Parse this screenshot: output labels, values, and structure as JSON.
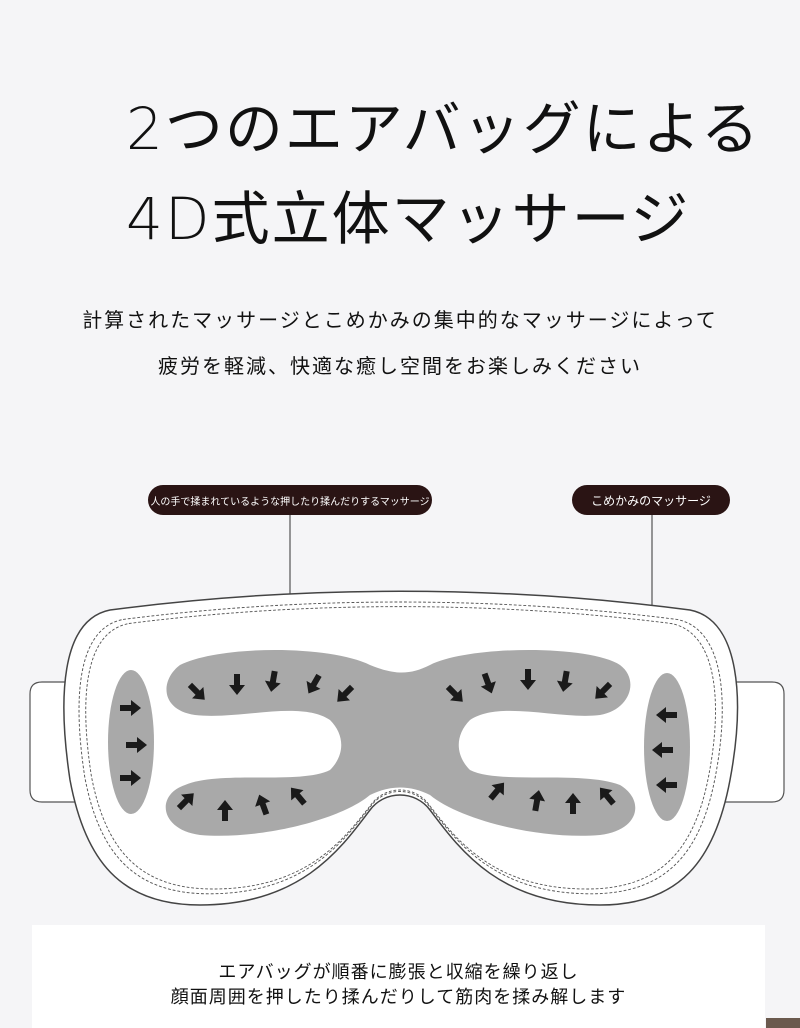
{
  "heading": {
    "line1": "2つのエアバッグによる",
    "line2": "4D式立体マッサージ"
  },
  "subtitle": {
    "line1": "計算されたマッサージとこめかみの集中的なマッサージによって",
    "line2": "疲労を軽減、快適な癒し空間をお楽しみください"
  },
  "labels": {
    "airbag_massage": "人の手で揉まれているような押したり揉んだりするマッサージ",
    "temple_massage": "こめかみのマッサージ"
  },
  "footer": {
    "line1": "エアバッグが順番に膨張と収縮を繰り返し",
    "line2": "顔面周囲を押したり揉んだりして筋肉を揉み解します"
  },
  "colors": {
    "label_bg": "#2a1414",
    "airbag_gray": "#a9a9a9",
    "arrow": "#1a1a1a"
  }
}
